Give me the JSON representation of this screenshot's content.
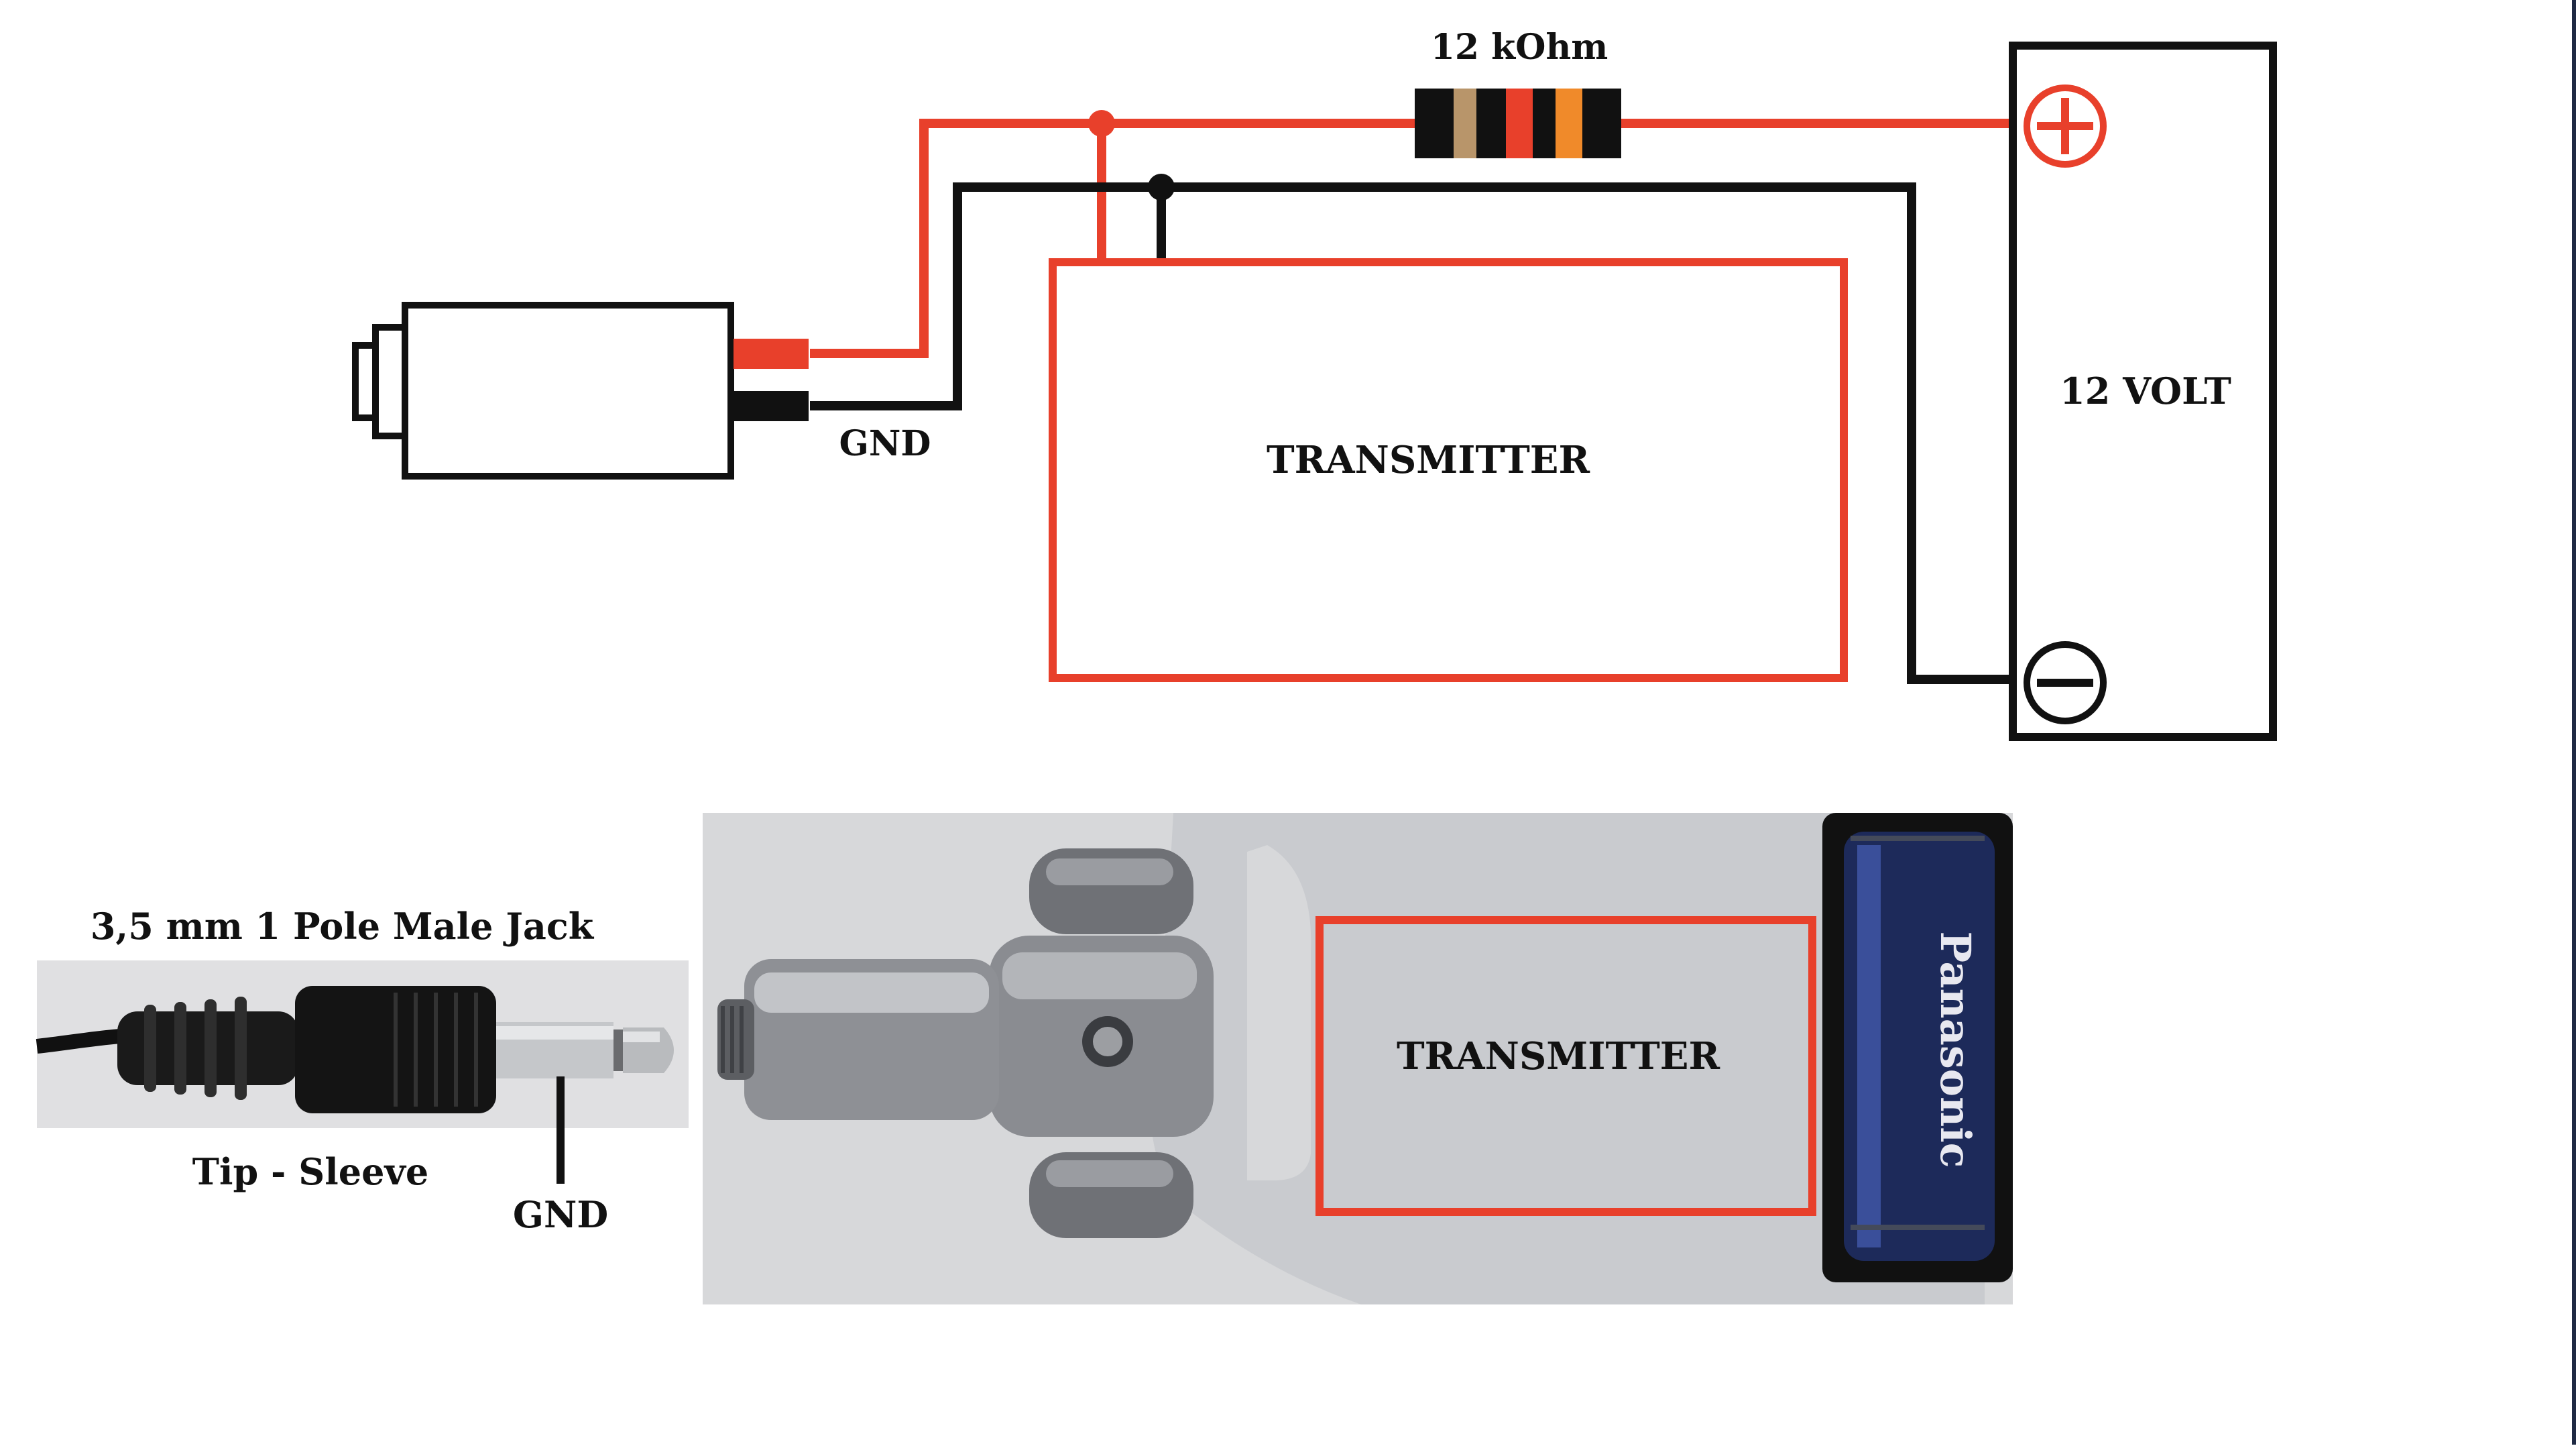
{
  "colors": {
    "wire_red": "#e8402b",
    "wire_black": "#111111",
    "outline": "#111111",
    "photo_bg": "#d9d9db",
    "photo_bg_light": "#e4e4e6",
    "device_metal": "#c7c9cd",
    "battery_body": "#1d2a5a",
    "frame_right": "#1f2a44"
  },
  "schematic": {
    "resistor_label": "12 kOhm",
    "resistor_bands": [
      "#b8956a",
      "#111111",
      "#e8402b",
      "#111111",
      "#f08a2a"
    ],
    "jack_gnd_label": "GND",
    "transmitter_label": "TRANSMITTER",
    "battery_label": "12 VOLT",
    "plus_symbol": "+",
    "minus_symbol": "−"
  },
  "photos": {
    "jack_title": "3,5 mm 1 Pole Male Jack",
    "jack_caption": "Tip - Sleeve",
    "jack_gnd_label": "GND",
    "device_transmitter_label": "TRANSMITTER",
    "battery_brand": "Panasonic"
  }
}
